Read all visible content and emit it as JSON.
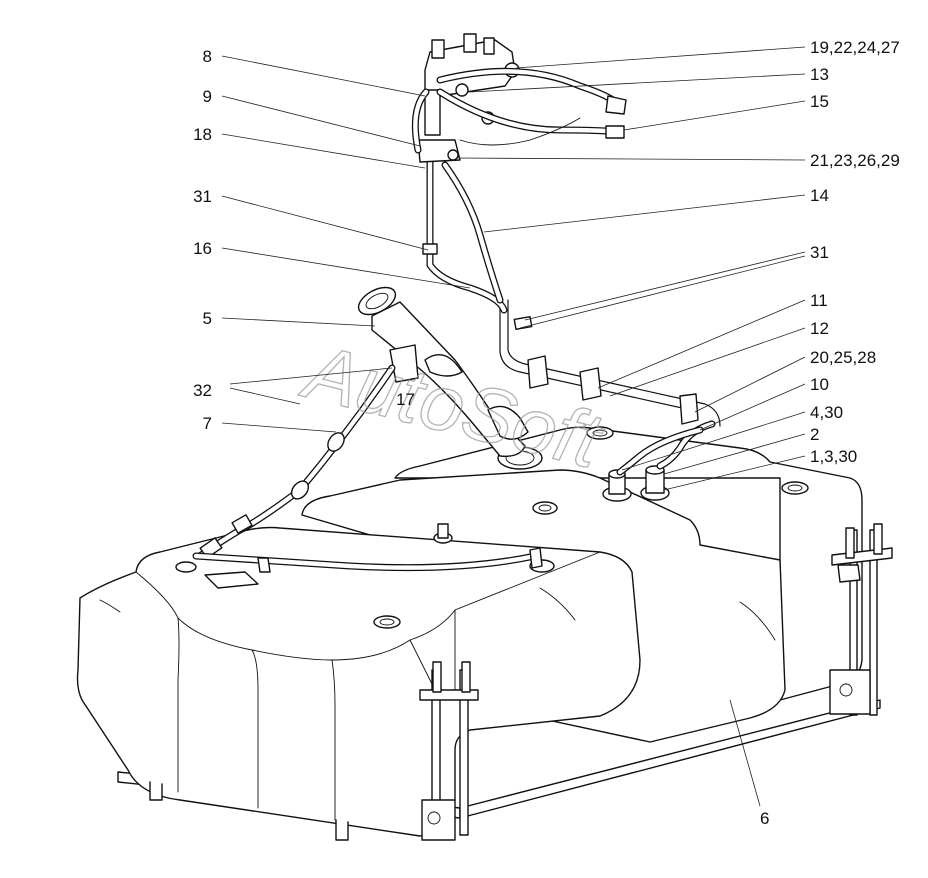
{
  "watermark": "AutoSoft",
  "callouts": [
    {
      "id": "c8",
      "text": "8"
    },
    {
      "id": "c9",
      "text": "9"
    },
    {
      "id": "c18",
      "text": "18"
    },
    {
      "id": "c31a",
      "text": "31"
    },
    {
      "id": "c16",
      "text": "16"
    },
    {
      "id": "c5",
      "text": "5"
    },
    {
      "id": "c32",
      "text": "32"
    },
    {
      "id": "c17",
      "text": "17"
    },
    {
      "id": "c7",
      "text": "7"
    },
    {
      "id": "c19",
      "text": "19,22,24,27"
    },
    {
      "id": "c13",
      "text": "13"
    },
    {
      "id": "c15",
      "text": "15"
    },
    {
      "id": "c21",
      "text": "21,23,26,29"
    },
    {
      "id": "c14",
      "text": "14"
    },
    {
      "id": "c31b",
      "text": "31"
    },
    {
      "id": "c11",
      "text": "11"
    },
    {
      "id": "c12",
      "text": "12"
    },
    {
      "id": "c20",
      "text": "20,25,28"
    },
    {
      "id": "c10",
      "text": "10"
    },
    {
      "id": "c4",
      "text": "4,30"
    },
    {
      "id": "c2",
      "text": "2"
    },
    {
      "id": "c1",
      "text": "1,3,30"
    },
    {
      "id": "c6",
      "text": "6"
    }
  ]
}
